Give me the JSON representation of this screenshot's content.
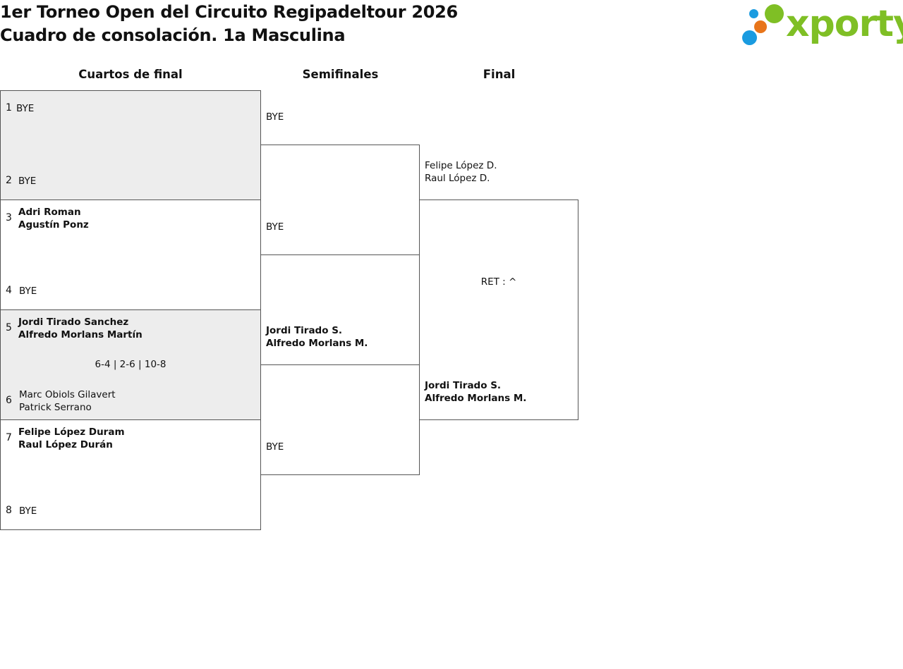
{
  "header": {
    "title": "1er Torneo Open del Circuito Regipadeltour 2026",
    "subtitle": "Cuadro de consolación. 1a Masculina"
  },
  "logo": {
    "text": "xporty",
    "colors": {
      "green": "#7fbf25",
      "blue": "#1a9be0",
      "orange": "#e8751a"
    }
  },
  "rounds": {
    "qf": "Cuartos de final",
    "sf": "Semifinales",
    "final": "Final"
  },
  "quarterfinals": {
    "m1": {
      "s1": "1",
      "p1": "BYE",
      "s2": "2",
      "p2": "BYE"
    },
    "m2": {
      "s1": "3",
      "p1a": "Adri Roman",
      "p1b": "Agustín Ponz",
      "s2": "4",
      "p2": "BYE"
    },
    "m3": {
      "s1": "5",
      "p1a": "Jordi Tirado Sanchez",
      "p1b": "Alfredo Morlans Martín",
      "score": "6-4 | 2-6 | 10-8",
      "s2": "6",
      "p2a": "Marc Obiols Gilavert",
      "p2b": "Patrick Serrano"
    },
    "m4": {
      "s1": "7",
      "p1a": "Felipe López Duram",
      "p1b": "Raul López Durán",
      "s2": "8",
      "p2": "BYE"
    }
  },
  "semifinals": {
    "m1": {
      "top": "BYE",
      "bottom": "BYE"
    },
    "m2": {
      "top_a": "Jordi Tirado S.",
      "top_b": "Alfredo Morlans M.",
      "bottom": "BYE"
    }
  },
  "final": {
    "top_a": "Felipe López D.",
    "top_b": "Raul López D.",
    "score": "RET : ^",
    "bottom_a": "Jordi Tirado S.",
    "bottom_b": "Alfredo Morlans M."
  }
}
